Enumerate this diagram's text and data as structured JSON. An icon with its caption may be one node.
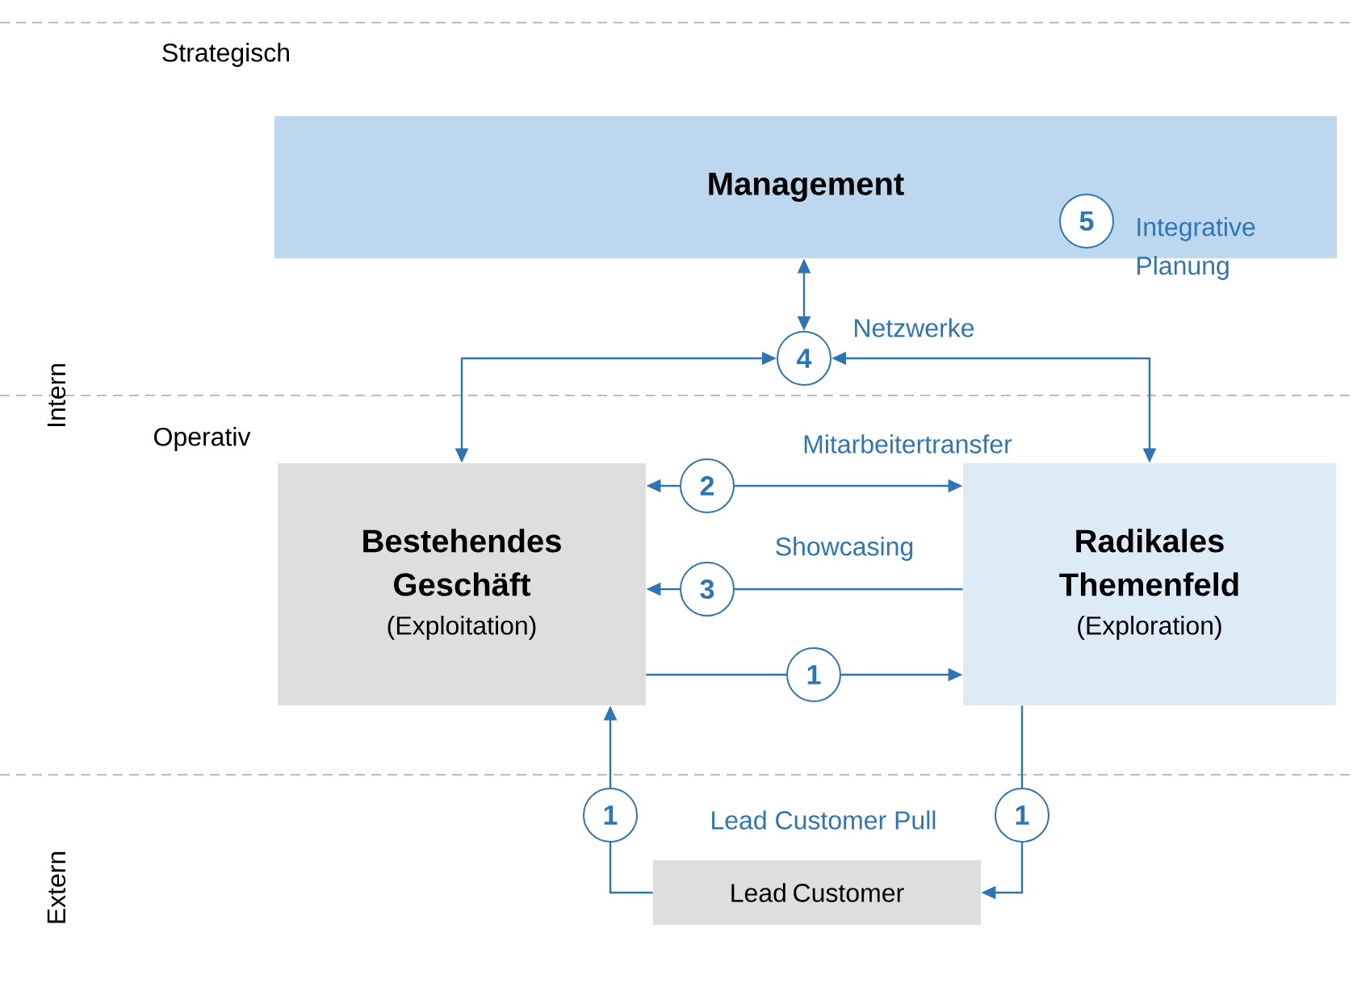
{
  "diagram": {
    "nodes": [
      {
        "text": [
          "Management"
        ]
      },
      {
        "text": [
          "5"
        ],
        "in": 0,
        "beside": [
          "Integrative Planung"
        ]
      },
      {
        "text": [
          "4"
        ],
        "beside": [
          "Netzwerke"
        ]
      },
      {
        "text": [
          "Bestehendes Geschäft",
          "(Exploitation)"
        ]
      },
      {
        "text": [
          "Radikales Themenfeld",
          "(Exploration)"
        ]
      },
      {
        "text": [
          "2"
        ]
      },
      {
        "text": [
          "3"
        ]
      },
      {
        "text": [
          "1"
        ]
      },
      {
        "text": [
          "1"
        ]
      },
      {
        "text": [
          "1"
        ]
      },
      {
        "text": [
          "Lead Customer"
        ]
      }
    ],
    "edges": [
      {
        "from": 0,
        "to": 2,
        "arrow": "both"
      },
      {
        "from": 2,
        "to": 3,
        "arrow": "both"
      },
      {
        "from": 2,
        "to": 4,
        "arrow": "both"
      },
      {
        "from": 5,
        "to": 3,
        "arrow": "to"
      },
      {
        "from": 5,
        "to": 4,
        "arrow": "to",
        "label": "Mitarbeitertransfer"
      },
      {
        "from": 4,
        "to": 6,
        "arrow": "none",
        "label": "Showcasing"
      },
      {
        "from": 6,
        "to": 3,
        "arrow": "to"
      },
      {
        "from": 3,
        "to": 7,
        "arrow": "none"
      },
      {
        "from": 7,
        "to": 4,
        "arrow": "to"
      },
      {
        "from": 10,
        "to": 8,
        "arrow": "none"
      },
      {
        "from": 8,
        "to": 3,
        "arrow": "to"
      },
      {
        "from": 4,
        "to": 9,
        "arrow": "none"
      },
      {
        "from": 9,
        "to": 10,
        "arrow": "to"
      }
    ],
    "labels": [
      "Strategisch",
      "Intern",
      "Operativ",
      "Lead Customer Pull",
      "Extern"
    ]
  }
}
